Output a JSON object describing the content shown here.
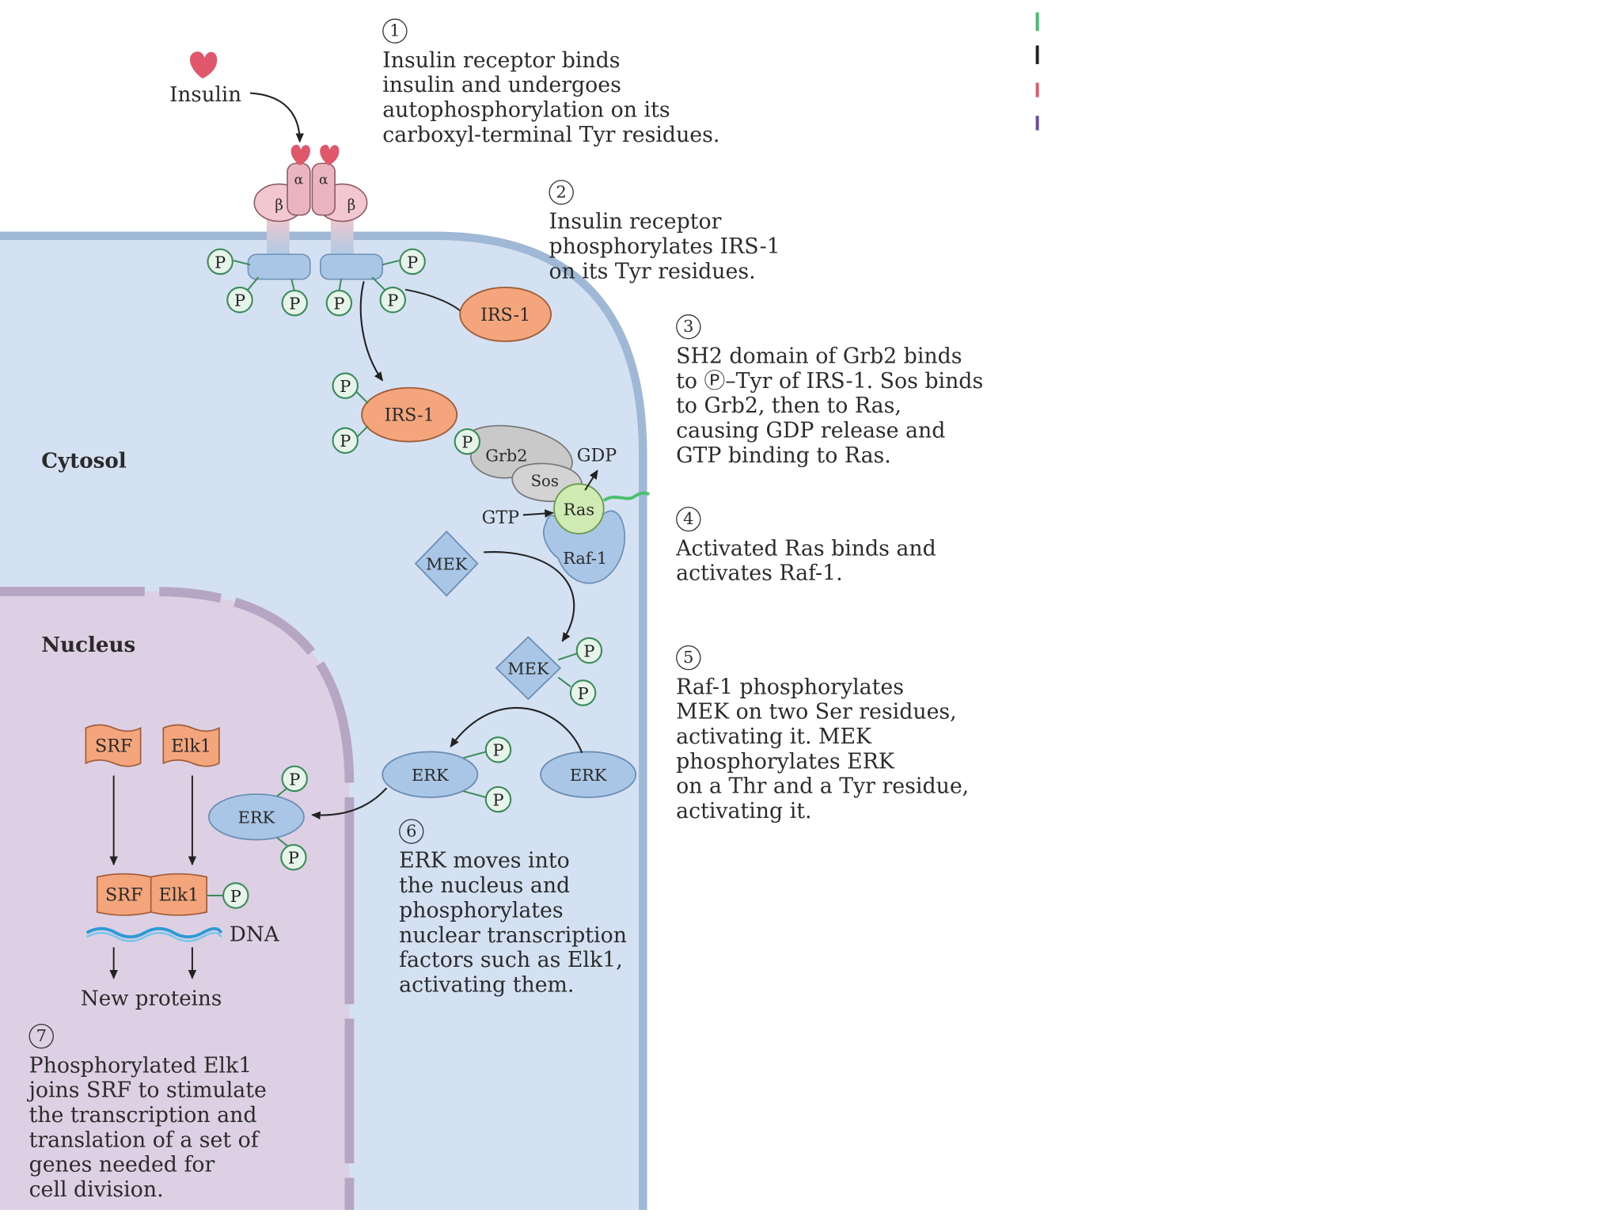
{
  "regions": {
    "cytosol": "Cytosol",
    "nucleus": "Nucleus"
  },
  "labels": {
    "insulin": "Insulin",
    "alpha": "α",
    "beta": "β",
    "phosphate": "P",
    "irs1": "IRS-1",
    "grb2": "Grb2",
    "sos": "Sos",
    "ras": "Ras",
    "gdp": "GDP",
    "gtp": "GTP",
    "raf1": "Raf-1",
    "mek": "MEK",
    "erk": "ERK",
    "srf": "SRF",
    "elk1": "Elk1",
    "dna": "DNA",
    "new_proteins": "New proteins"
  },
  "steps": [
    {
      "num": "1",
      "text": "Insulin receptor binds\ninsulin and undergoes\nautophosphorylation on its\ncarboxyl-terminal Tyr residues."
    },
    {
      "num": "2",
      "text": "Insulin receptor\nphosphorylates IRS-1\non its Tyr residues."
    },
    {
      "num": "3",
      "text": "SH2 domain of Grb2 binds\nto Ⓟ–Tyr of IRS-1. Sos binds\nto Grb2, then to Ras,\ncausing GDP release and\nGTP binding to Ras."
    },
    {
      "num": "4",
      "text": "Activated Ras binds and\nactivates Raf-1."
    },
    {
      "num": "5",
      "text": "Raf-1 phosphorylates\nMEK on two Ser residues,\nactivating it. MEK\nphosphorylates ERK\non a Thr and a Tyr residue,\nactivating it."
    },
    {
      "num": "6",
      "text": "ERK moves into\nthe nucleus and\nphosphorylates\nnuclear transcription\nfactors such as Elk1,\nactivating them."
    },
    {
      "num": "7",
      "text": "Phosphorylated Elk1\njoins SRF to stimulate\nthe transcription and\ntranslation of a set of\ngenes needed for\ncell division."
    }
  ],
  "colors": {
    "cytosol": "#d3e1f2",
    "membrane": "#9fb8d6",
    "nucleus": "#ddd0e4",
    "orange": "#f4a57c",
    "blue_protein": "#a9c6e6",
    "ras_green": "#cfeab3",
    "grey_protein": "#c9c9c9",
    "phosphate_fill": "#e6f4ea",
    "phosphate_stroke": "#3a8a5a",
    "insulin": "#e0566b",
    "dna": "#2e9ad6"
  },
  "edge_marks": [
    "green-mark",
    "black-mark",
    "red-mark",
    "purple-mark"
  ]
}
